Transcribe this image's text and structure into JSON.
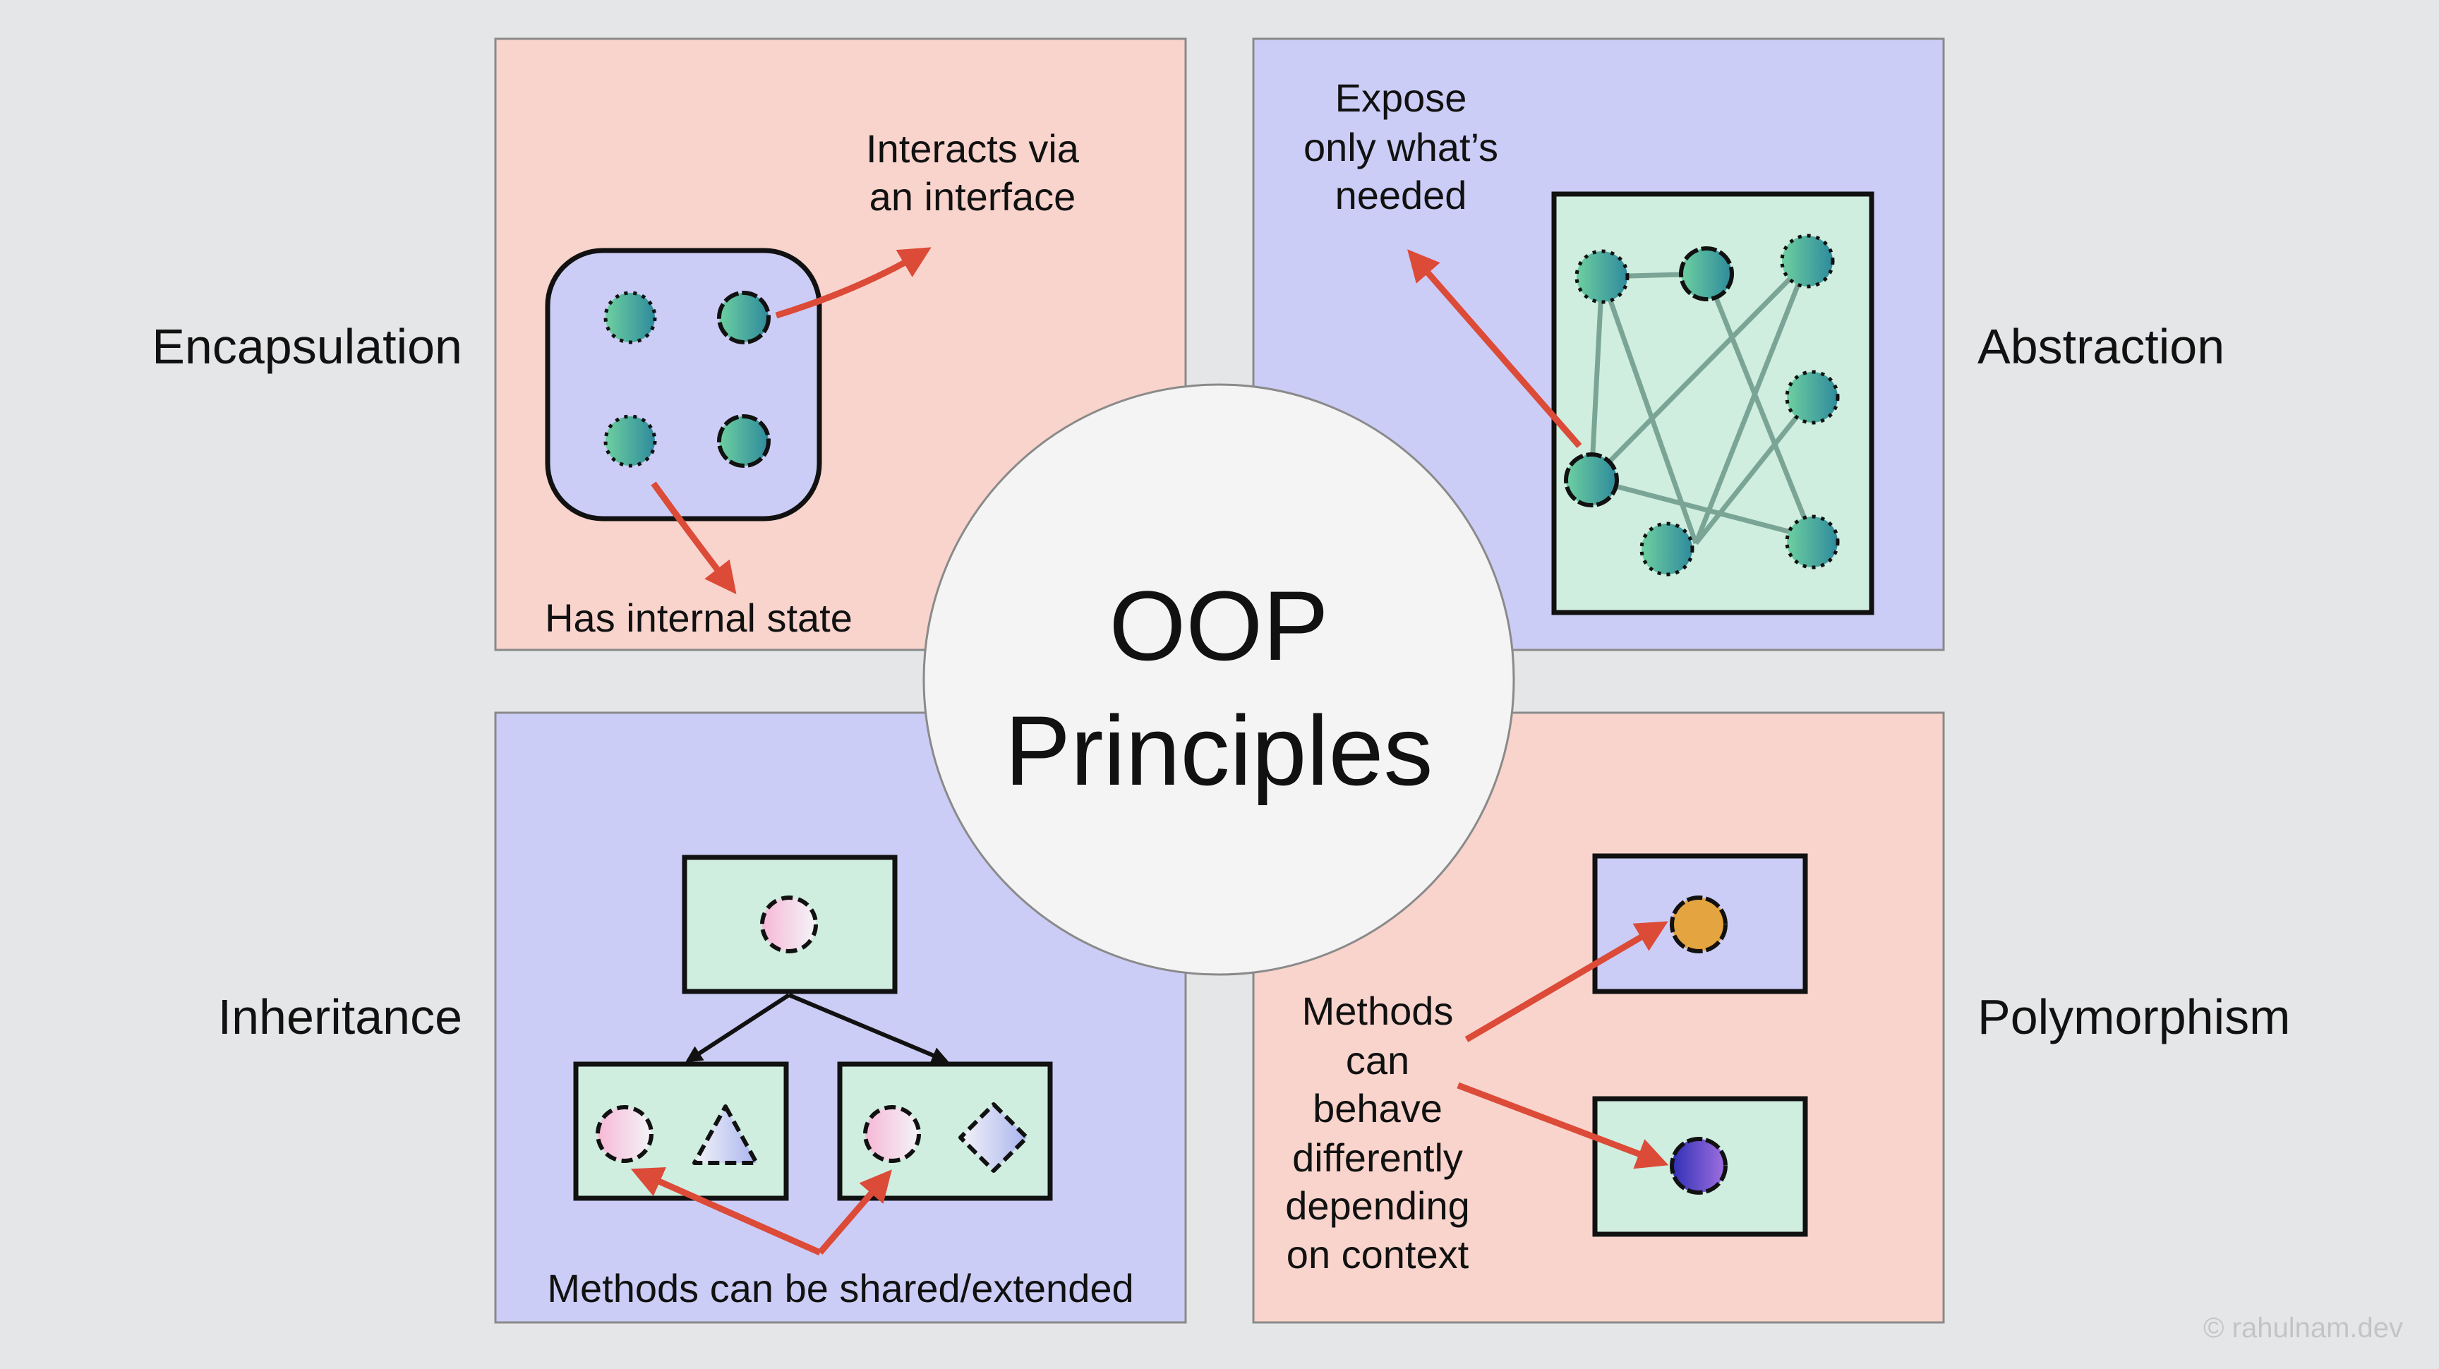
{
  "diagram": {
    "title_line_1": "OOP",
    "title_line_2": "Principles",
    "credit": "© rahulnam.dev",
    "colors": {
      "background": "#e5e6e7",
      "peach_panel": "#f8d4cc",
      "lavender_panel": "#cccdf6",
      "mint_box": "#cfeee0",
      "arrow": "#dc4a38",
      "orange_dot": "#e4a440"
    },
    "quadrants": [
      {
        "principle": "Encapsulation",
        "notes": [
          "Interacts via",
          "an interface",
          "Has internal state"
        ]
      },
      {
        "principle": "Abstraction",
        "notes": [
          "Expose",
          "only what’s",
          "needed"
        ]
      },
      {
        "principle": "Inheritance",
        "notes": [
          "Methods can be shared/extended"
        ]
      },
      {
        "principle": "Polymorphism",
        "notes": [
          "Methods",
          "can",
          "behave",
          "differently",
          "depending",
          "on context"
        ]
      }
    ]
  }
}
